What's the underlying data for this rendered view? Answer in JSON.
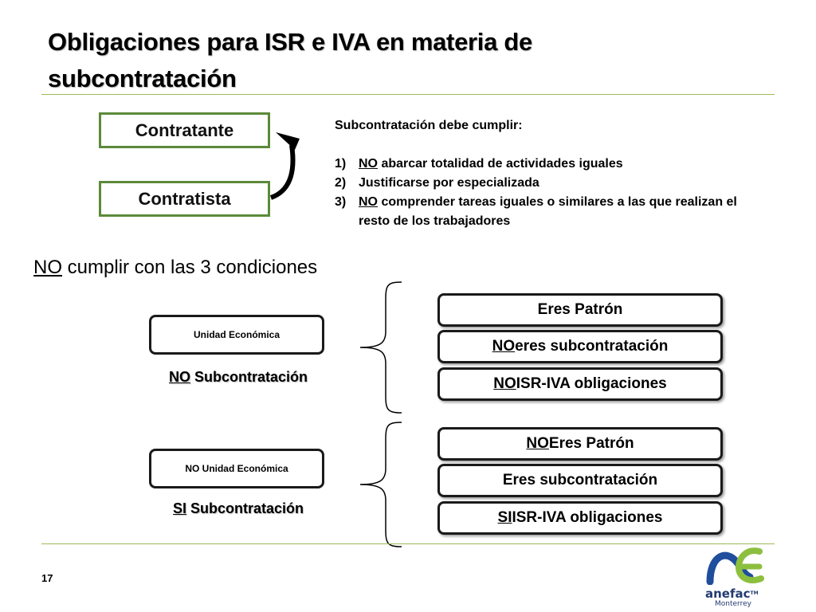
{
  "slide": {
    "title_line1": "Obligaciones para ISR e IVA en materia de",
    "title_line2": "subcontratación",
    "page_number": "17"
  },
  "parties": {
    "contratante": "Contratante",
    "contratista": "Contratista"
  },
  "requirements": {
    "heading": "Subcontratación debe cumplir:",
    "items": [
      {
        "num": "1)",
        "emph": "NO",
        "text": " abarcar totalidad de actividades iguales"
      },
      {
        "num": "2)",
        "emph": "",
        "text": "Justificarse por especializada"
      },
      {
        "num": "3)",
        "emph": "NO",
        "text": " comprender tareas iguales o similares a las que realizan el resto de los trabajadores"
      }
    ]
  },
  "condition": {
    "emph": "NO",
    "text": " cumplir con las 3 condiciones"
  },
  "case1": {
    "box": "Unidad Económica",
    "label_emph": "NO",
    "label_text": " Subcontratación",
    "results": [
      {
        "emph": "",
        "text": "Eres Patrón"
      },
      {
        "emph": "NO",
        "text": " eres subcontratación"
      },
      {
        "emph": "NO",
        "text": " ISR-IVA obligaciones"
      }
    ]
  },
  "case2": {
    "box": "NO Unidad Económica",
    "label_emph": "SI",
    "label_text": " Subcontratación",
    "results": [
      {
        "emph": "NO",
        "text": " Eres Patrón"
      },
      {
        "emph": "",
        "text": "Eres subcontratación"
      },
      {
        "emph": "SI",
        "text": " ISR-IVA obligaciones"
      }
    ]
  },
  "logo": {
    "brand": "anefac",
    "tm": "TM",
    "city": "Monterrey",
    "colors": {
      "blue": "#1f4e9c",
      "green": "#8dbf3f",
      "navy": "#233a72"
    }
  },
  "colors": {
    "accent_green": "#5c8a3a",
    "rule": "#9bbb59"
  }
}
